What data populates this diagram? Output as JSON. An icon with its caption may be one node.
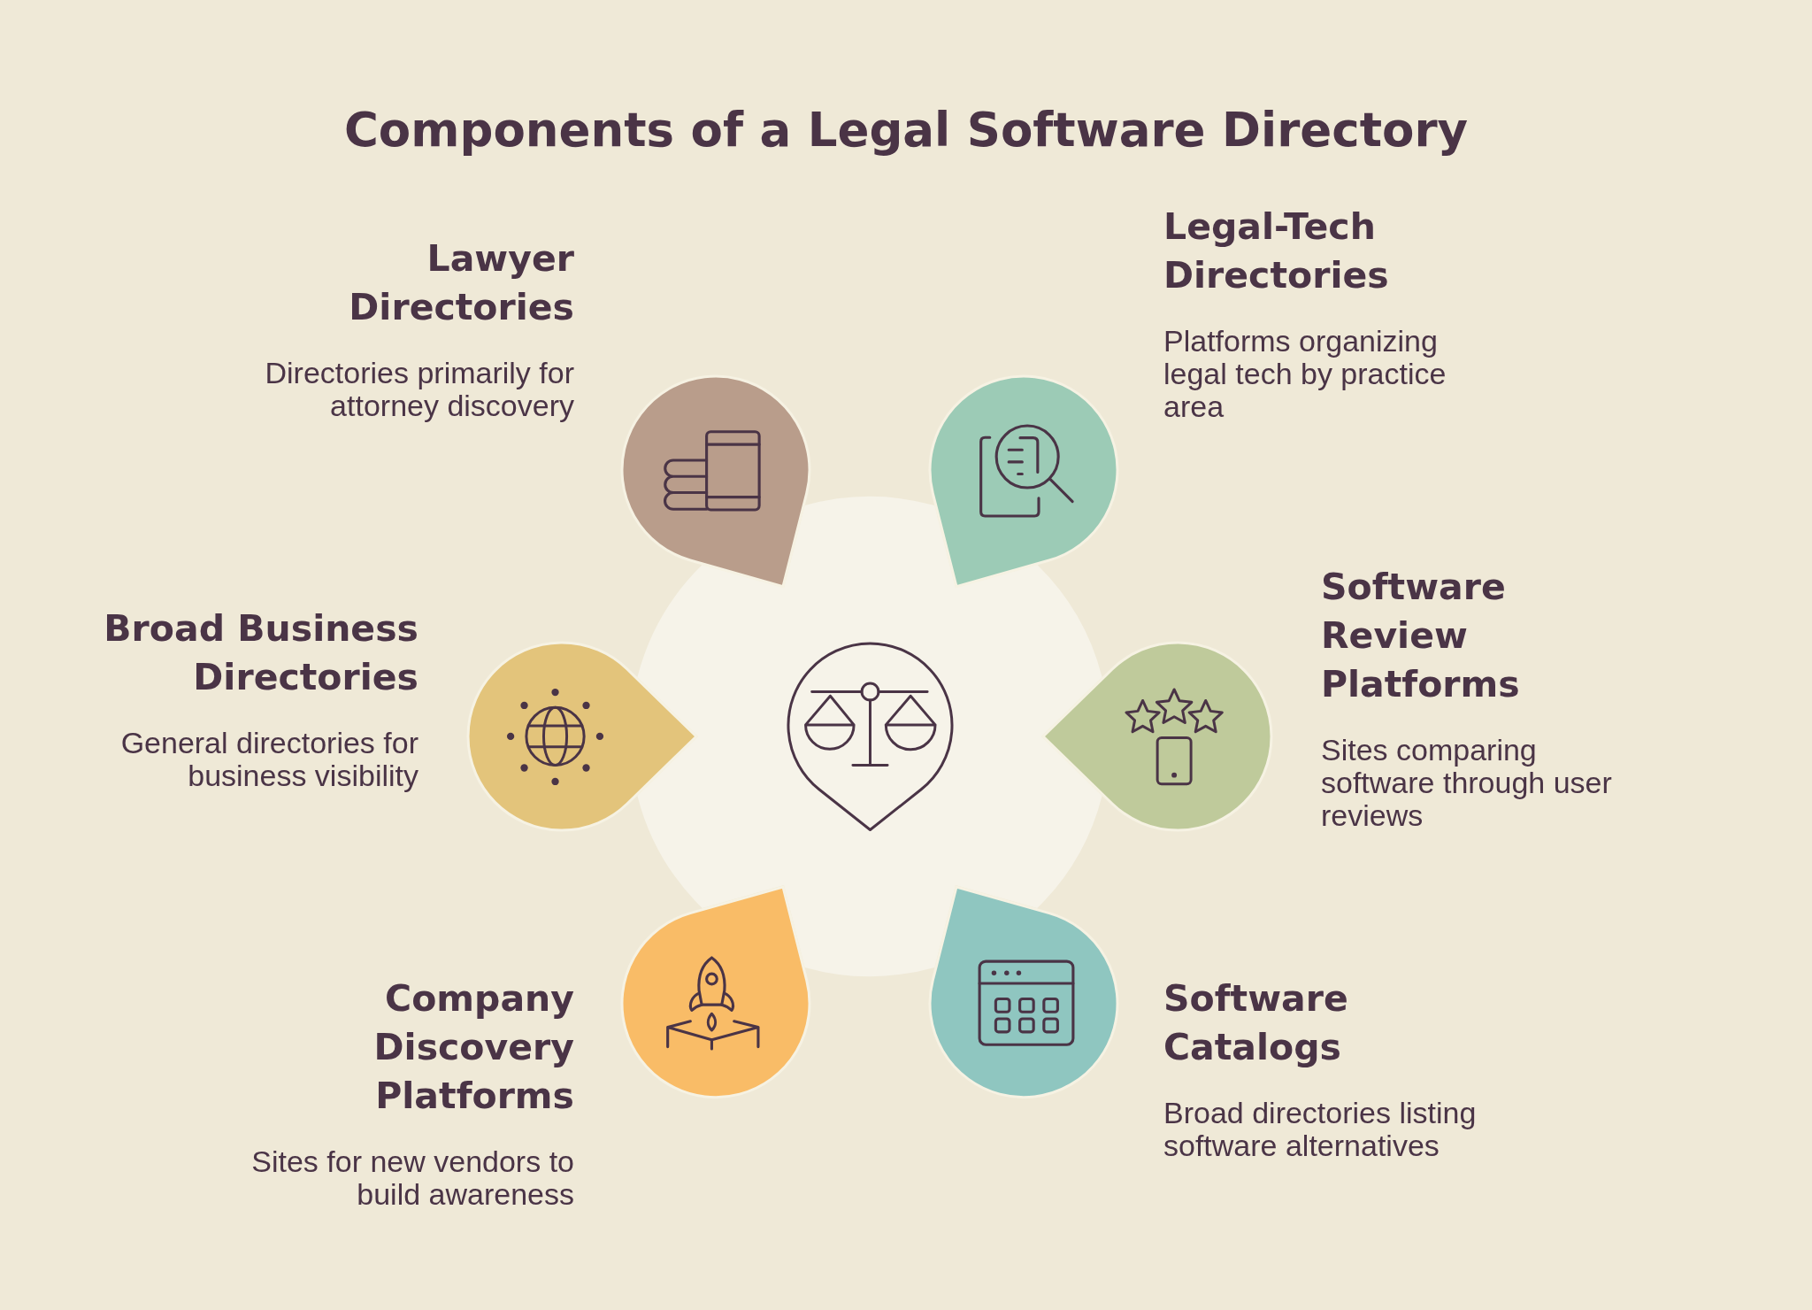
{
  "diagram": {
    "title": "Components of a Legal Software Directory",
    "nodes": [
      {
        "text": [
          "Lawyer Directories",
          "Directories primarily for attorney discovery"
        ]
      },
      {
        "text": [
          "Legal-Tech Directories",
          "Platforms organizing legal tech by practice area"
        ]
      },
      {
        "text": [
          "Broad Business Directories",
          "General directories for business visibility"
        ]
      },
      {
        "text": [
          "Software Review Platforms",
          "Sites comparing software through user reviews"
        ]
      },
      {
        "text": [
          "Company Discovery Platforms",
          "Sites for new vendors to build awareness"
        ]
      },
      {
        "text": [
          "Software Catalogs",
          "Broad directories listing software alternatives"
        ]
      },
      {
        "text": [],
        "shape": "circle"
      }
    ]
  }
}
